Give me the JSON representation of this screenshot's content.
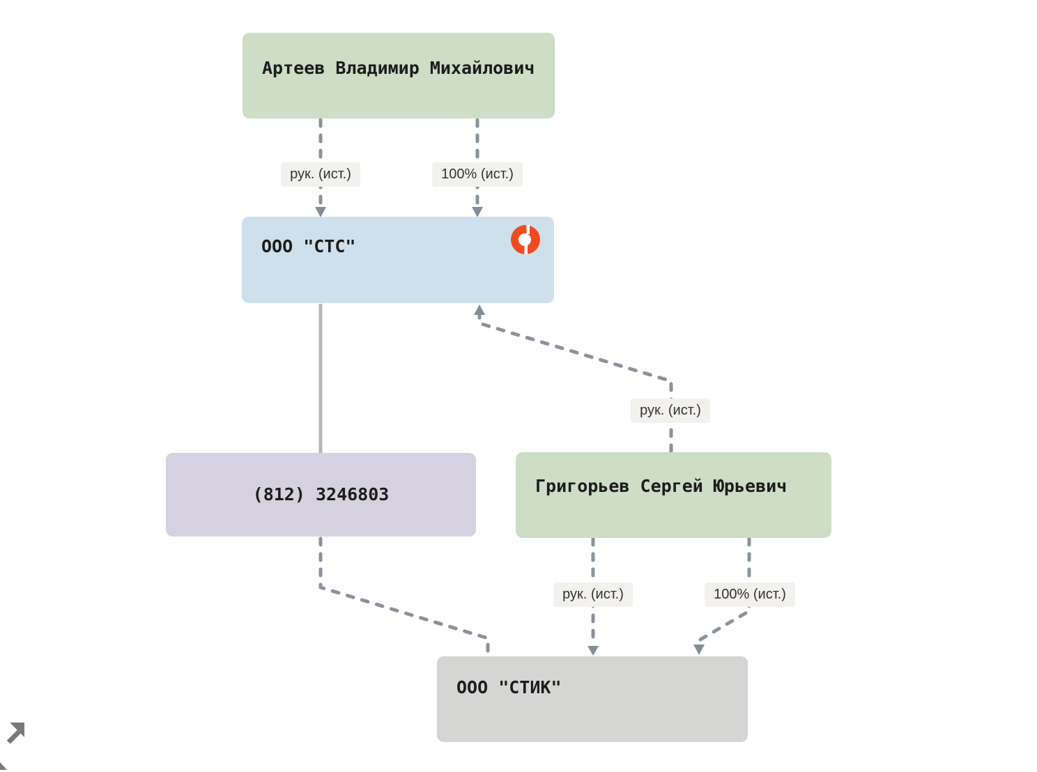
{
  "diagram": {
    "title": "company-relations-graph",
    "nodes": [
      {
        "id": "arteev",
        "label": "Артеев Владимир Михайлович",
        "type": "person"
      },
      {
        "id": "sts",
        "label": "ООО \"СТС\"",
        "type": "company",
        "status_icon": "liquidated-status-icon"
      },
      {
        "id": "phone",
        "label": "(812) 3246803",
        "type": "phone"
      },
      {
        "id": "grigoriev",
        "label": "Григорьев Сергей Юрьевич",
        "type": "person"
      },
      {
        "id": "stik",
        "label": "ООО \"СТИК\"",
        "type": "company"
      }
    ],
    "edges": [
      {
        "from": "arteev",
        "to": "sts",
        "label": "рук. (ист.)",
        "style": "dashed",
        "arrow": true
      },
      {
        "from": "arteev",
        "to": "sts",
        "label": "100% (ист.)",
        "style": "dashed",
        "arrow": true
      },
      {
        "from": "sts",
        "to": "phone",
        "label": "",
        "style": "solid",
        "arrow": false
      },
      {
        "from": "grigoriev",
        "to": "sts",
        "label": "рук. (ист.)",
        "style": "dashed",
        "arrow": true
      },
      {
        "from": "phone",
        "to": "stik",
        "label": "",
        "style": "dashed",
        "arrow": false
      },
      {
        "from": "grigoriev",
        "to": "stik",
        "label": "рук. (ист.)",
        "style": "dashed",
        "arrow": true
      },
      {
        "from": "grigoriev",
        "to": "stik",
        "label": "100% (ист.)",
        "style": "dashed",
        "arrow": true
      }
    ],
    "colors": {
      "person_bg": "#cdddc6",
      "company_active_bg": "#cde0eb",
      "phone_bg": "#d6d1e0",
      "company_inactive_bg": "#d5d5d4",
      "edge_label_bg": "#f3f1ee",
      "dash_stroke": "#8a939c",
      "solid_stroke": "#b3b7bc",
      "status_icon": "#f04b23",
      "text": "#1c1c1c"
    }
  }
}
